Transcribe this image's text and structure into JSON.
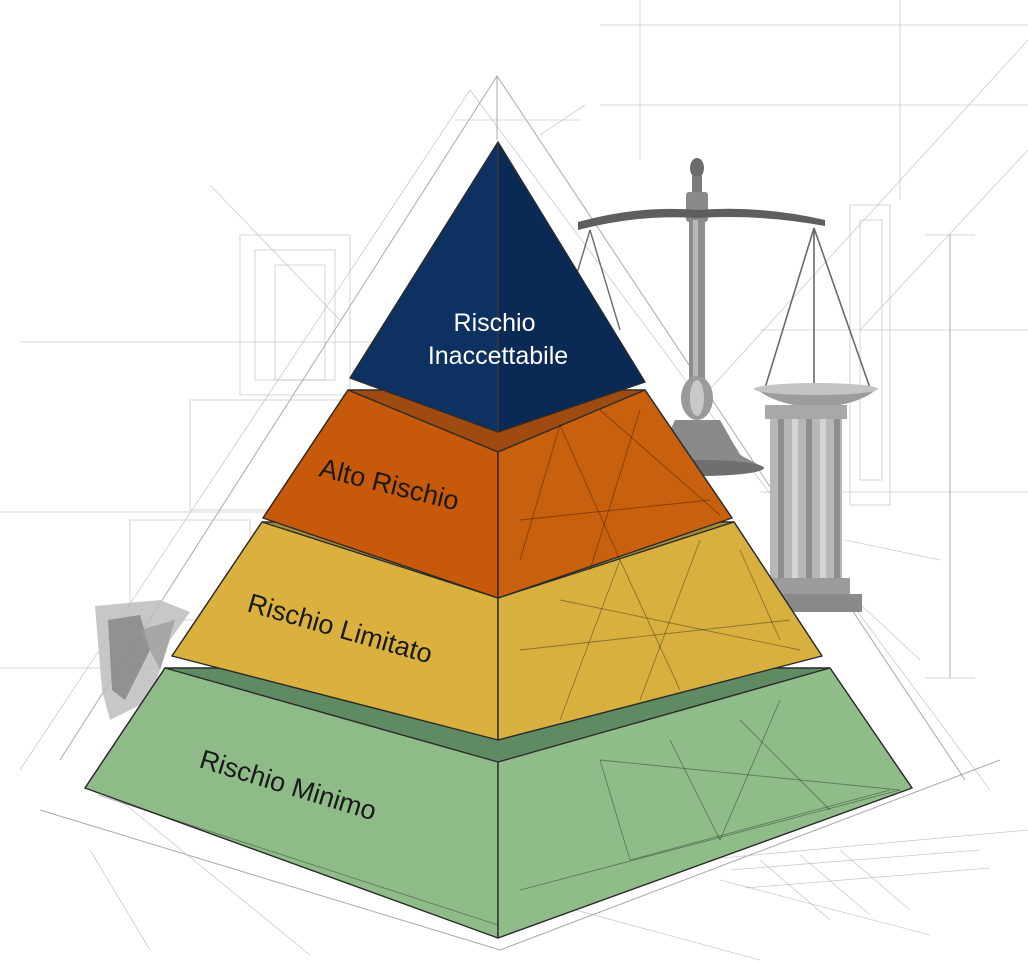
{
  "diagram": {
    "levels": [
      {
        "id": "unacceptable",
        "label_lines": [
          "Rischio",
          "Inaccettabile"
        ],
        "color_front": "#0d3261",
        "color_side": "#0a2a55",
        "color_top": "#123a6e"
      },
      {
        "id": "high",
        "label_lines": [
          "Alto Rischio"
        ],
        "color_front": "#c65a0a",
        "color_side": "#c9600e",
        "color_top": "#9e4a10"
      },
      {
        "id": "limited",
        "label_lines": [
          "Rischio Limitato"
        ],
        "color_front": "#dab13f",
        "color_side": "#d8b040",
        "color_top": "#a68b36"
      },
      {
        "id": "minimal",
        "label_lines": [
          "Rischio Minimo"
        ],
        "color_front": "#8fbb89",
        "color_side": "#90bc8a",
        "color_top": "#5f8a62"
      }
    ],
    "decorations": {
      "scales_icon": "scales-of-justice-icon",
      "column_icon": "greek-column-icon",
      "sketch_background": "architectural-sketch-lines"
    }
  }
}
